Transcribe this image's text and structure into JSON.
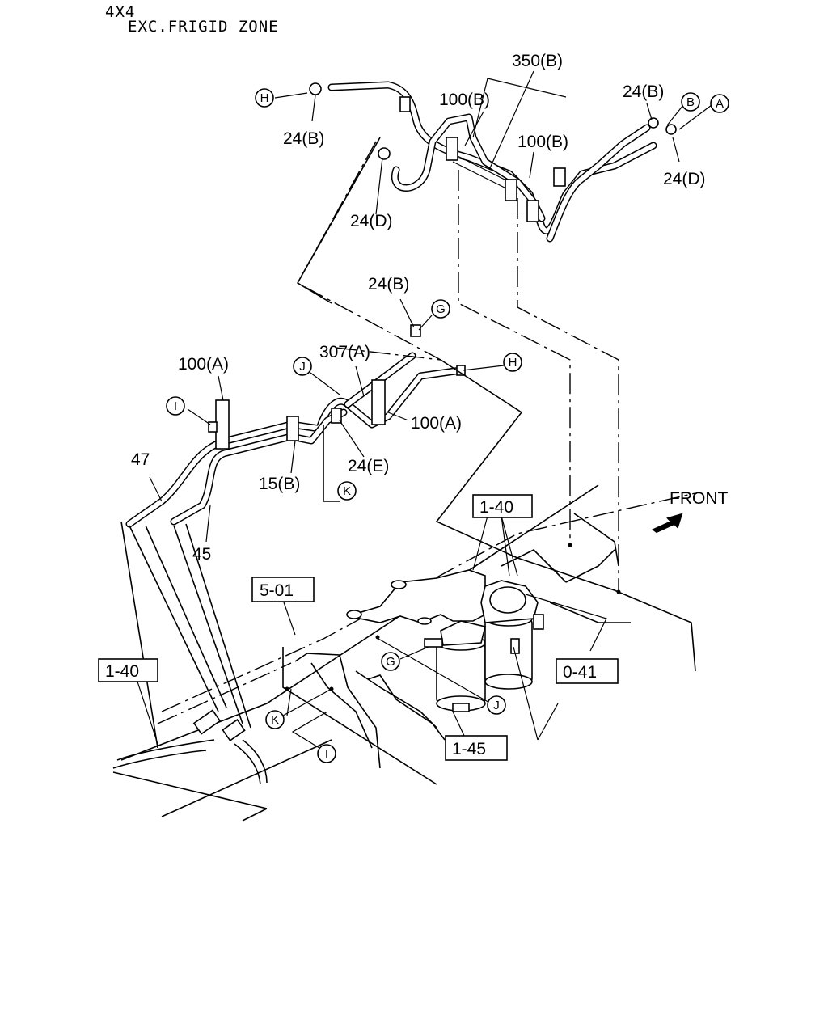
{
  "header": {
    "line1": "4X4",
    "line2": "EXC.FRIGID ZONE"
  },
  "labels": {
    "p350b": "350(B)",
    "p100b_top": "100(B)",
    "p100b_right": "100(B)",
    "p24b_top_left": "24(B)",
    "p24d_upper": "24(D)",
    "p24b_top_right": "24(B)",
    "p24d_right": "24(D)",
    "p24b_mid": "24(B)",
    "p307a": "307(A)",
    "p100a_left": "100(A)",
    "p100a_right": "100(A)",
    "p24e": "24(E)",
    "p15b": "15(B)",
    "p47": "47",
    "p45": "45",
    "front": "FRONT"
  },
  "boxed_refs": {
    "ref_1_40_right": "1-40",
    "ref_5_01": "5-01",
    "ref_1_40_left": "1-40",
    "ref_0_41": "0-41",
    "ref_1_45": "1-45"
  },
  "circled_refs": {
    "H_top": "H",
    "B": "B",
    "A": "A",
    "G_mid": "G",
    "J_mid": "J",
    "H_mid": "H",
    "I_mid": "I",
    "K_mid": "K",
    "G_low": "G",
    "J_low": "J",
    "K_low": "K",
    "I_low": "I"
  }
}
